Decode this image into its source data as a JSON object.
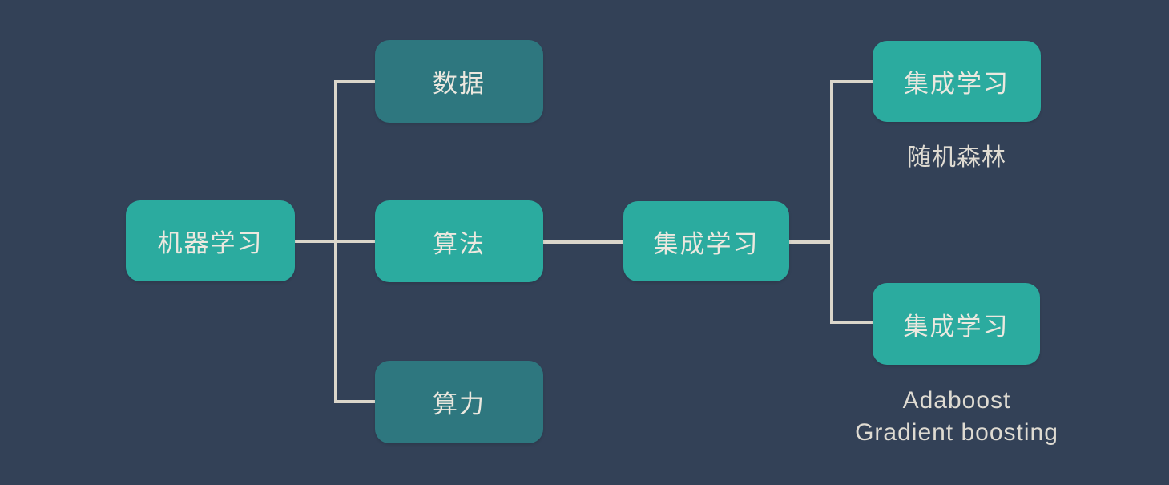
{
  "colors": {
    "background": "#334157",
    "node_primary": "#2BAB9F",
    "node_muted": "#2E777F",
    "connector": "#DBD6CB",
    "node_text": "#ECE8DF",
    "annotation_text": "#DFDBD2"
  },
  "diagram": {
    "root": {
      "label": "机器学习"
    },
    "branches": [
      {
        "label": "数据"
      },
      {
        "label": "算法"
      },
      {
        "label": "算力"
      }
    ],
    "ensemble": {
      "label": "集成学习"
    },
    "leaves": [
      {
        "label": "集成学习",
        "notes": [
          "随机森林"
        ]
      },
      {
        "label": "集成学习",
        "notes": [
          "Adaboost",
          "Gradient boosting"
        ]
      }
    ]
  }
}
